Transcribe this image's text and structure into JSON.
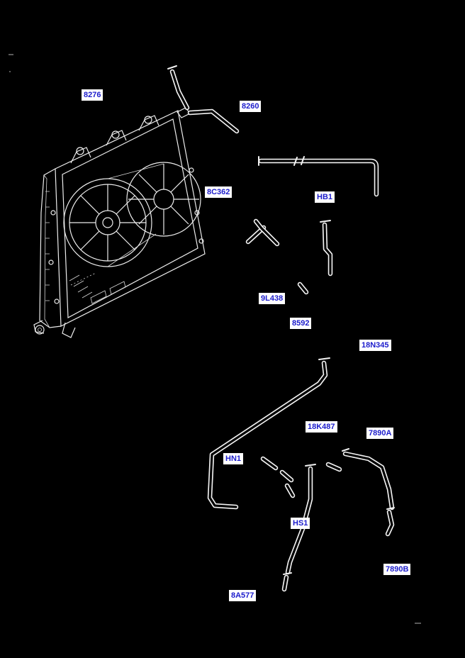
{
  "diagram": {
    "type": "parts-diagram",
    "subject": "radiator-fan-assembly-and-hoses"
  },
  "colors": {
    "background": "#000000",
    "art_line": "#ededed",
    "label_background": "#ffffff",
    "label_text": "#1c1ccc"
  },
  "labels": [
    {
      "text": "8276"
    },
    {
      "text": "8260"
    },
    {
      "text": "8C362"
    },
    {
      "text": "HB1"
    },
    {
      "text": "9L438"
    },
    {
      "text": "8592"
    },
    {
      "text": "18N345"
    },
    {
      "text": "18K487"
    },
    {
      "text": "7890A"
    },
    {
      "text": "HN1"
    },
    {
      "text": "HS1"
    },
    {
      "text": "7890B"
    },
    {
      "text": "8A577"
    }
  ]
}
